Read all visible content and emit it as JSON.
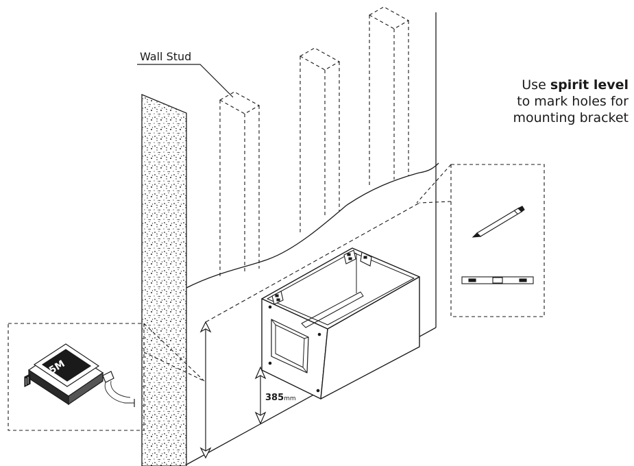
{
  "labels": {
    "wall_stud": "Wall Stud",
    "height_value": "385",
    "height_unit": "mm",
    "tape_brand": "5M"
  },
  "instruction": {
    "prefix": "Use ",
    "emphasis": "spirit level",
    "line2": "to mark holes for",
    "line3": "mounting bracket"
  },
  "colors": {
    "line": "#1a1a1a",
    "background": "#ffffff"
  },
  "icons": [
    "pencil-icon",
    "spirit-level-icon",
    "tape-measure-icon"
  ]
}
